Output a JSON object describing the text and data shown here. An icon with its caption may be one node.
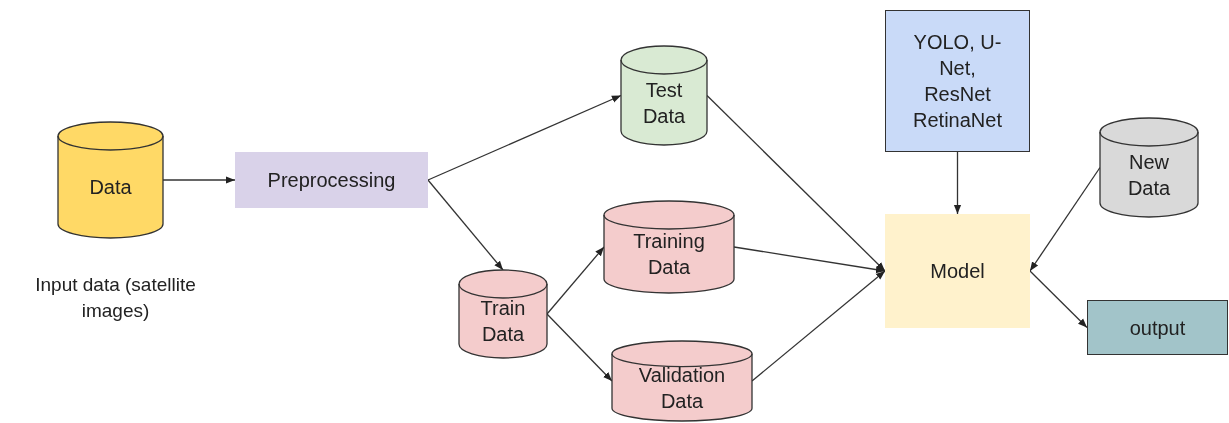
{
  "diagram": {
    "nodes": [
      {
        "text": [
          "Data"
        ],
        "beside": [
          "Input data (satellite images)"
        ]
      },
      {
        "text": [
          "Preprocessing"
        ]
      },
      {
        "text": [
          "Test Data"
        ]
      },
      {
        "text": [
          "Train Data"
        ]
      },
      {
        "text": [
          "Training Data"
        ]
      },
      {
        "text": [
          "Validation Data"
        ]
      },
      {
        "text": [
          "YOLO, U-Net, ResNet RetinaNet"
        ]
      },
      {
        "text": [
          "Model"
        ]
      },
      {
        "text": [
          "New Data"
        ]
      },
      {
        "text": [
          "output"
        ]
      }
    ],
    "edges": [
      {
        "from": 0,
        "to": 1,
        "arrow": "to"
      },
      {
        "from": 1,
        "to": 2,
        "arrow": "to"
      },
      {
        "from": 1,
        "to": 3,
        "arrow": "to"
      },
      {
        "from": 3,
        "to": 4,
        "arrow": "to"
      },
      {
        "from": 3,
        "to": 5,
        "arrow": "to"
      },
      {
        "from": 2,
        "to": 7,
        "arrow": "to"
      },
      {
        "from": 4,
        "to": 7,
        "arrow": "to"
      },
      {
        "from": 5,
        "to": 7,
        "arrow": "to"
      },
      {
        "from": 6,
        "to": 7,
        "arrow": "to"
      },
      {
        "from": 8,
        "to": 7,
        "arrow": "to"
      },
      {
        "from": 7,
        "to": 9,
        "arrow": "to"
      }
    ]
  }
}
